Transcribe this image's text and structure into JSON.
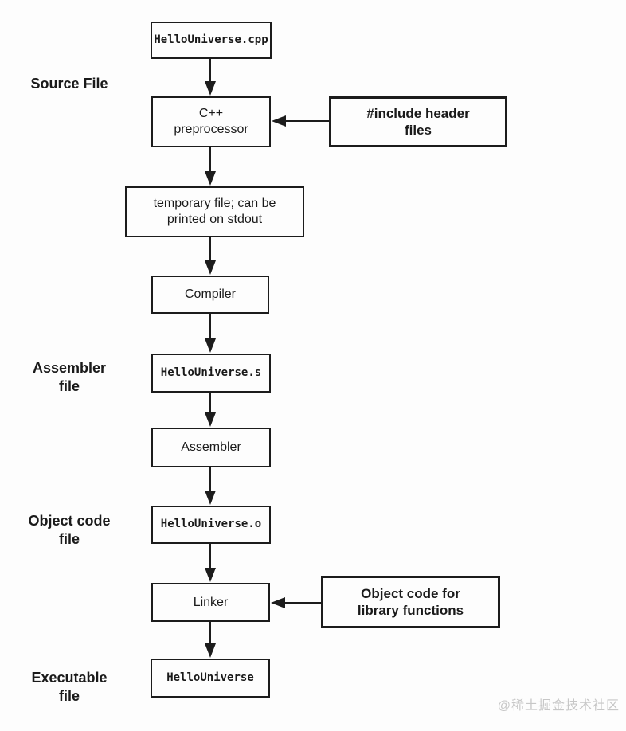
{
  "flow_boxes": {
    "source_file": "HelloUniverse.cpp",
    "preprocessor": "C++\npreprocessor",
    "temp_file": "temporary file; can be\nprinted on stdout",
    "compiler": "Compiler",
    "assembler_file": "HelloUniverse.s",
    "assembler": "Assembler",
    "object_file": "HelloUniverse.o",
    "linker": "Linker",
    "executable": "HelloUniverse"
  },
  "callout_boxes": {
    "include_headers": "#include header\nfiles",
    "library_objects": "Object code for\nlibrary functions"
  },
  "stage_labels": {
    "source": "Source File",
    "assembler": "Assembler\nfile",
    "object": "Object code\nfile",
    "executable": "Executable\nfile"
  },
  "watermark": "@稀土掘金技术社区",
  "colors": {
    "line": "#1c1c1c",
    "background": "#fdfdfd",
    "watermark": "#c7c7c7"
  }
}
